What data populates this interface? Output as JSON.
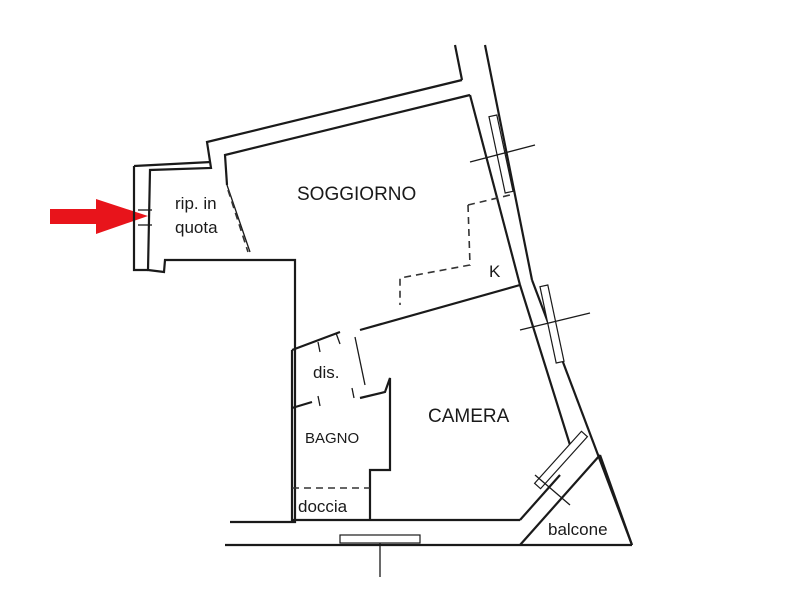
{
  "rooms": {
    "soggiorno": "SOGGIORNO",
    "camera": "CAMERA",
    "bagno": "BAGNO",
    "dis": "dis.",
    "doccia": "doccia",
    "balcone": "balcone",
    "kitchen_mark": "K",
    "ripostiglio_line1": "rip. in",
    "ripostiglio_line2": "quota"
  },
  "pointer": {
    "color": "#e8141b",
    "icon": "arrow-right-icon"
  }
}
